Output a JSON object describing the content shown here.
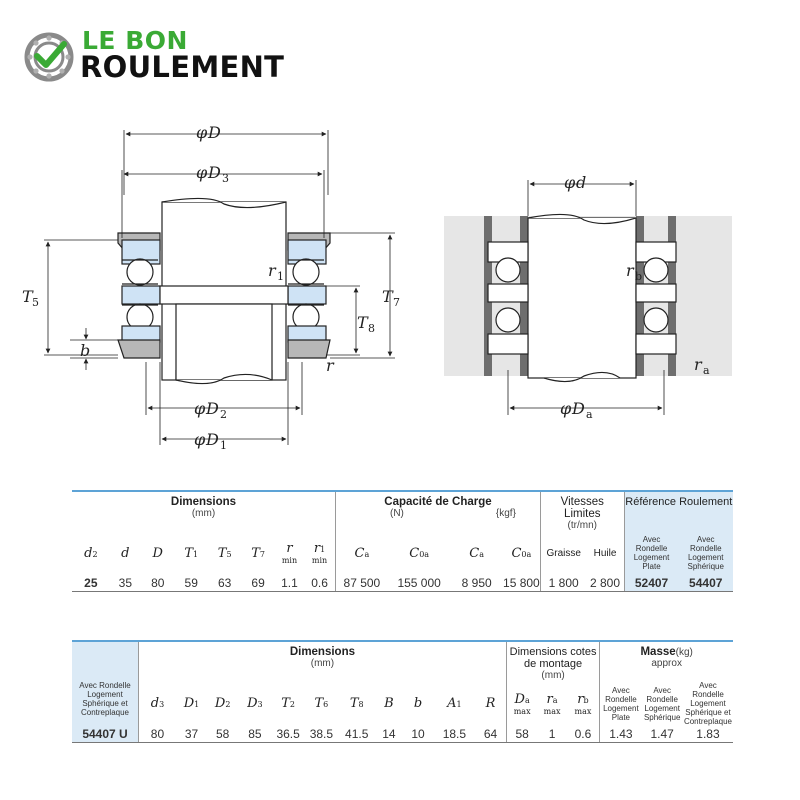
{
  "logo": {
    "line1": "LE BON",
    "line2": "ROULEMENT",
    "brand_color": "#3aaa35"
  },
  "drawing_labels": {
    "D": "D",
    "D3": "D",
    "D3_sub": "3",
    "D2": "D",
    "D2_sub": "2",
    "D1": "D",
    "D1_sub": "1",
    "T5": "T",
    "T5_sub": "5",
    "T7": "T",
    "T7_sub": "7",
    "T8": "T",
    "T8_sub": "8",
    "b": "b",
    "r1": "r",
    "r1_sub": "1",
    "r": "r",
    "d": "d",
    "rb": "r",
    "rb_sub": "b",
    "ra": "r",
    "ra_sub": "a",
    "Da": "D",
    "Da_sub": "a"
  },
  "table1": {
    "group_dimensions": "Dimensions",
    "unit_mm": "(mm)",
    "group_capacity": "Capacité de Charge",
    "unit_N": "(N)",
    "unit_kgf": "{kgf}",
    "group_speed": "Vitesses Limites",
    "unit_speed": "(tr/mn)",
    "group_ref": "Référence Roulement",
    "ref_plate": [
      "Avec",
      "Rondelle",
      "Logement",
      "Plate"
    ],
    "ref_spheric": [
      "Avec",
      "Rondelle",
      "Logement",
      "Sphérique"
    ],
    "cols": [
      "d",
      "d",
      "D",
      "T",
      "T",
      "T",
      "r",
      "r",
      "C",
      "C",
      "C",
      "C",
      "Graisse",
      "Huile"
    ],
    "subs": [
      "2",
      "",
      "",
      "1",
      "5",
      "7",
      "",
      "1",
      "a",
      "0a",
      "a",
      "0a",
      "",
      ""
    ],
    "min_label": "min",
    "row": [
      "25",
      "35",
      "80",
      "59",
      "63",
      "69",
      "1.1",
      "0.6",
      "87 500",
      "155 000",
      "8 950",
      "15 800",
      "1 800",
      "2 800",
      "52407",
      "54407"
    ]
  },
  "table2": {
    "first_col": [
      "Avec Rondelle",
      "Logement",
      "Sphérique et",
      "Contreplaque"
    ],
    "group_dimensions": "Dimensions",
    "unit_mm": "(mm)",
    "group_mount": "Dimensions cotes de montage",
    "unit_mount": "(mm)",
    "group_mass": "Masse",
    "unit_mass": "(kg)",
    "approx": "approx",
    "mass_col1": [
      "Avec",
      "Rondelle",
      "Logement",
      "Plate"
    ],
    "mass_col2": [
      "Avec",
      "Rondelle",
      "Logement",
      "Sphérique"
    ],
    "mass_col3": [
      "Avec Rondelle",
      "Logement",
      "Sphérique et",
      "Contreplaque"
    ],
    "cols": [
      "d",
      "D",
      "D",
      "D",
      "T",
      "T",
      "T",
      "B",
      "b",
      "A",
      "R",
      "D",
      "r",
      "r"
    ],
    "subs": [
      "3",
      "1",
      "2",
      "3",
      "2",
      "6",
      "8",
      "",
      "",
      "1",
      "",
      "a",
      "a",
      "b"
    ],
    "max_label": "max",
    "row": [
      "54407 U",
      "80",
      "37",
      "58",
      "85",
      "36.5",
      "38.5",
      "41.5",
      "14",
      "10",
      "18.5",
      "64",
      "58",
      "1",
      "0.6",
      "1.43",
      "1.47",
      "1.83"
    ]
  }
}
